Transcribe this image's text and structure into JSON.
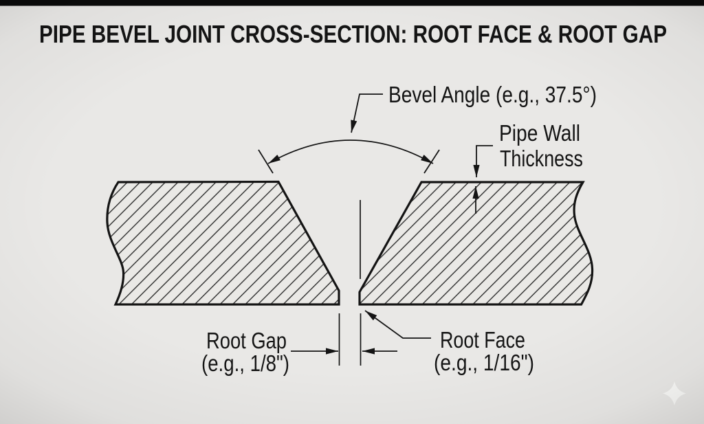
{
  "title": "PIPE BEVEL JOINT CROSS-SECTION: ROOT FACE & ROOT GAP",
  "labels": {
    "bevel_angle": "Bevel Angle (e.g., 37.5°)",
    "pipe_wall_line1": "Pipe Wall",
    "pipe_wall_line2": "Thickness",
    "root_gap_line1": "Root Gap",
    "root_gap_line2": "(e.g., 1/8\")",
    "root_face_line1": "Root Face",
    "root_face_line2": "(e.g., 1/16\")"
  },
  "icons": {
    "watermark": "sparkle-icon"
  },
  "colors": {
    "background": "#e9e8e6",
    "line": "#141414",
    "top_bar": "#0b0b0b",
    "sparkle": "#fafaf8"
  }
}
